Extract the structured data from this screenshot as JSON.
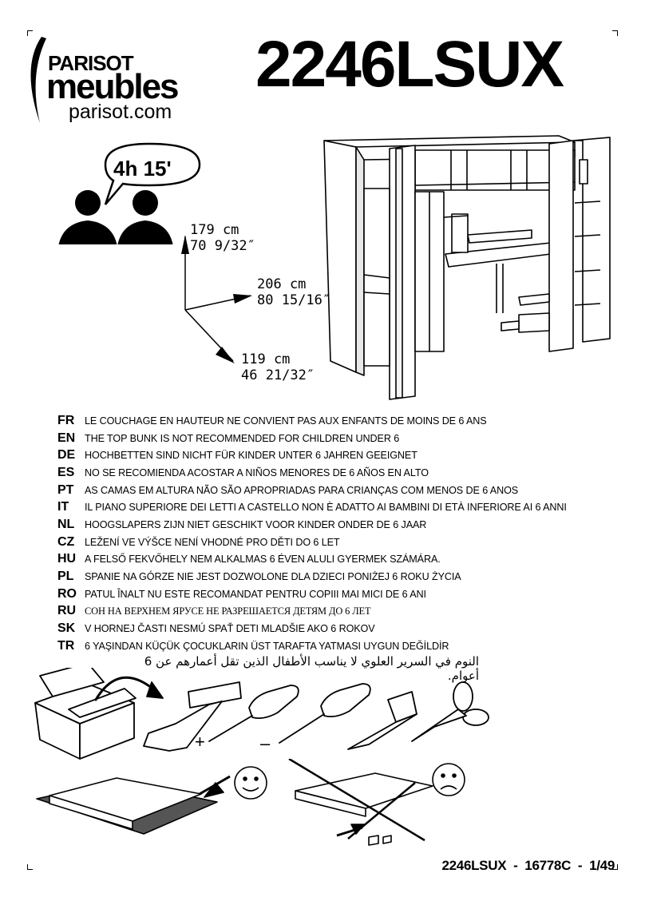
{
  "logo": {
    "line1": "PARISOT",
    "line2": "meubles",
    "url": "parisot.com"
  },
  "model": "2246LSUX",
  "assembly_time": "4h 15'",
  "dimensions": {
    "height": "179 cm\n70 9/32″",
    "width": "206 cm\n80 15/16″",
    "depth": "119 cm\n46 21/32″"
  },
  "warnings": [
    {
      "code": "FR",
      "text": "LE COUCHAGE EN HAUTEUR NE CONVIENT PAS AUX ENFANTS DE MOINS DE 6 ANS"
    },
    {
      "code": "EN",
      "text": "THE TOP BUNK IS NOT RECOMMENDED FOR CHILDREN UNDER 6"
    },
    {
      "code": "DE",
      "text": "HOCHBETTEN SIND NICHT FÜR KINDER UNTER 6 JAHREN GEEIGNET"
    },
    {
      "code": "ES",
      "text": "NO SE RECOMIENDA ACOSTAR A NIÑOS MENORES DE 6 AÑOS EN ALTO"
    },
    {
      "code": "PT",
      "text": "AS CAMAS EM ALTURA NÃO SÃO APROPRIADAS PARA CRIANÇAS COM MENOS DE 6 ANOS"
    },
    {
      "code": "IT",
      "text": "IL PIANO SUPERIORE DEI LETTI A CASTELLO NON È ADATTO AI BAMBINI DI ETÀ INFERIORE AI 6 ANNI"
    },
    {
      "code": "NL",
      "text": "HOOGSLAPERS ZIJN NIET GESCHIKT VOOR KINDER ONDER DE 6 JAAR"
    },
    {
      "code": "CZ",
      "text": "LEŽENÍ VE VÝŠCE NENÍ VHODNÉ PRO DĚTI DO 6 LET"
    },
    {
      "code": "HU",
      "text": "A FELSŐ FEKVŐHELY NEM ALKALMAS 6 ÉVEN ALULI GYERMEK SZÁMÁRA."
    },
    {
      "code": "PL",
      "text": "SPANIE NA GÓRZE NIE JEST DOZWOLONE DLA DZIECI PONIŻEJ 6 ROKU ŻYCIA"
    },
    {
      "code": "RO",
      "text": "PATUL ÎNALT NU ESTE RECOMANDAT PENTRU COPIII MAI MICI DE 6 ANI"
    },
    {
      "code": "RU",
      "text": "СОН НА ВЕРХНЕМ ЯРУСЕ НЕ РАЗРЕШАЕТСЯ ДЕТЯМ ДО 6 ЛЕТ"
    },
    {
      "code": "SK",
      "text": "V HORNEJ ČASTI NESMÚ SPAŤ DETI MLADŠIE AKO 6 ROKOV"
    },
    {
      "code": "TR",
      "text": "6 YAŞINDAN KÜÇÜK ÇOCUKLARIN ÜST TARAFTA YATMASI UYGUN DEĞİLDİR"
    }
  ],
  "warning_arabic": "النوم في السرير العلوي لا يناسب الأطفال الذين تقل أعمارهم عن 6 أعوام.",
  "tools": {
    "plus_sign": "+",
    "minus_sign": "–"
  },
  "footer": "2246LSUX  -  16778C  -  1/49"
}
